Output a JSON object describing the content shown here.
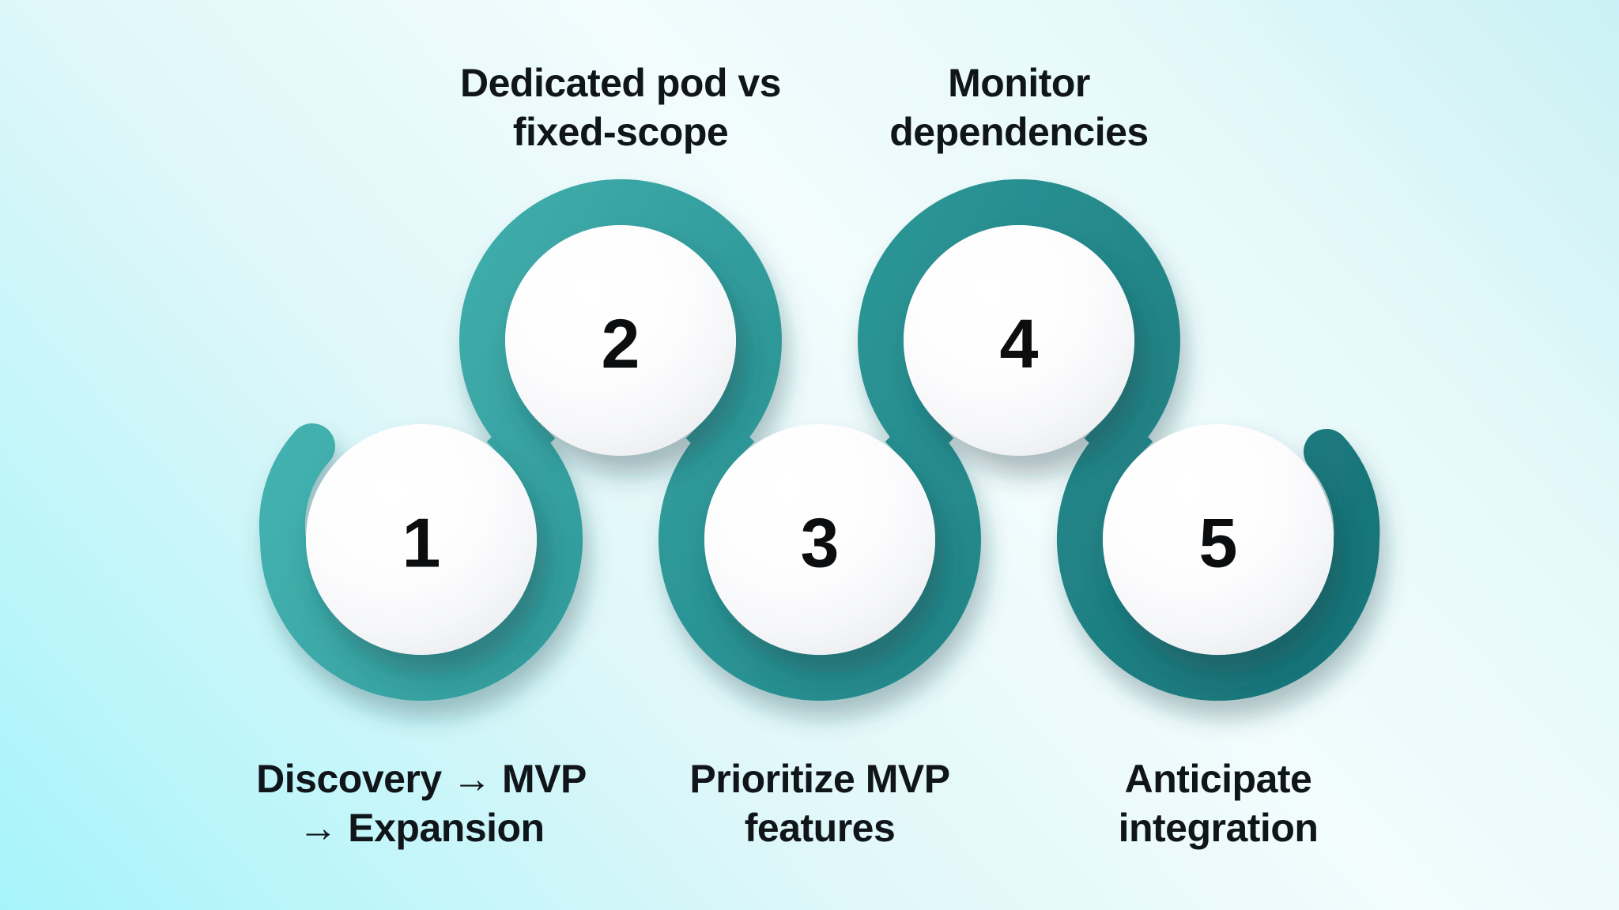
{
  "diagram": {
    "type": "process-snake-infographic",
    "step_count": 5,
    "steps": [
      {
        "number": "1",
        "label_line1": "Discovery → MVP",
        "label_line2": "→ Expansion",
        "label_position": "below"
      },
      {
        "number": "2",
        "label_line1": "Dedicated pod vs",
        "label_line2": "fixed-scope",
        "label_position": "above"
      },
      {
        "number": "3",
        "label_line1": "Prioritize MVP",
        "label_line2": "features",
        "label_position": "below"
      },
      {
        "number": "4",
        "label_line1": "Monitor",
        "label_line2": "dependencies",
        "label_position": "above"
      },
      {
        "number": "5",
        "label_line1": "Anticipate",
        "label_line2": "integration",
        "label_position": "below"
      }
    ],
    "colors": {
      "background_cyan": "#a6f4fa",
      "background_light": "#f2fcfd",
      "ribbon_light": "#44b3b0",
      "ribbon_dark": "#19767a",
      "ball_fill": "#ffffff",
      "text": "#10151a"
    }
  }
}
